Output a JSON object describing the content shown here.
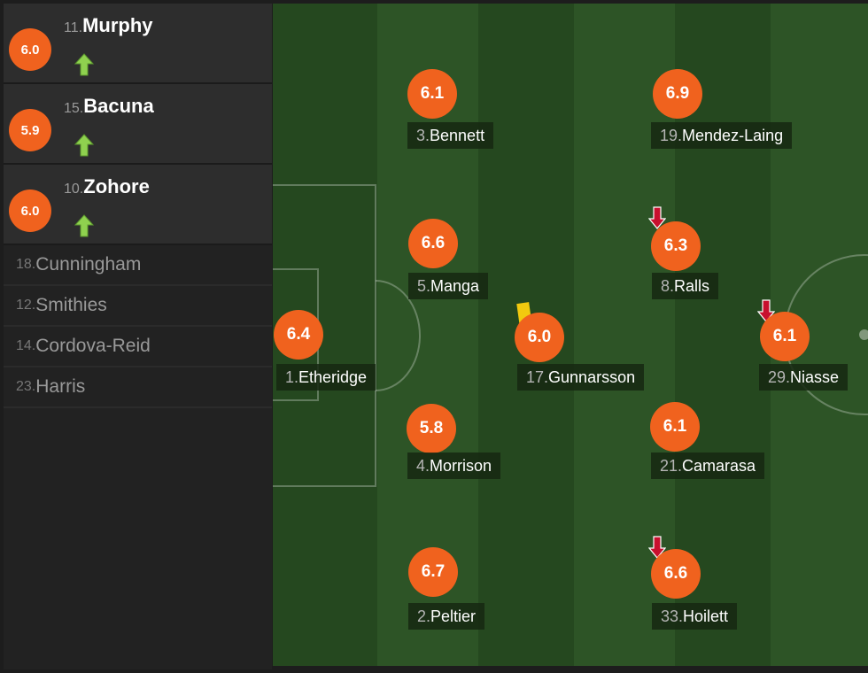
{
  "substitutes_on": [
    {
      "num": "11.",
      "name": "Murphy",
      "rating": "6.0",
      "arrow_icon": "sub-on-arrow-icon"
    },
    {
      "num": "15.",
      "name": "Bacuna",
      "rating": "5.9",
      "arrow_icon": "sub-on-arrow-icon"
    },
    {
      "num": "10.",
      "name": "Zohore",
      "rating": "6.0",
      "arrow_icon": "sub-on-arrow-icon"
    }
  ],
  "bench": [
    {
      "num": "18.",
      "name": "Cunningham"
    },
    {
      "num": "12.",
      "name": "Smithies"
    },
    {
      "num": "14.",
      "name": "Cordova-Reid"
    },
    {
      "num": "23.",
      "name": "Harris"
    }
  ],
  "players": [
    {
      "id": "etheridge",
      "num": "1. ",
      "name": "Etheridge",
      "rating": "6.4"
    },
    {
      "id": "bennett",
      "num": "3. ",
      "name": "Bennett",
      "rating": "6.1"
    },
    {
      "id": "manga",
      "num": "5. ",
      "name": "Manga",
      "rating": "6.6"
    },
    {
      "id": "morrison",
      "num": "4. ",
      "name": "Morrison",
      "rating": "5.8"
    },
    {
      "id": "peltier",
      "num": "2. ",
      "name": "Peltier",
      "rating": "6.7"
    },
    {
      "id": "gunnarsson",
      "num": "17.",
      "name": "Gunnarsson",
      "rating": "6.0",
      "yellow_card": true
    },
    {
      "id": "mendez-laing",
      "num": "19.",
      "name": "Mendez-Laing",
      "rating": "6.9"
    },
    {
      "id": "ralls",
      "num": "8. ",
      "name": "Ralls",
      "rating": "6.3",
      "subbed_off": true
    },
    {
      "id": "camarasa",
      "num": "21.",
      "name": "Camarasa",
      "rating": "6.1"
    },
    {
      "id": "hoilett",
      "num": "33.",
      "name": "Hoilett",
      "rating": "6.6",
      "subbed_off": true
    },
    {
      "id": "niasse",
      "num": "29.",
      "name": "Niasse",
      "rating": "6.1",
      "subbed_off": true
    }
  ],
  "colors": {
    "rating_badge": "#f0621e",
    "sub_on_arrow": "#8fd14f",
    "sub_off_arrow": "#c8102e",
    "yellow_card": "#f2c90f",
    "pitch_dark": "#25481f",
    "pitch_light": "#2d5426"
  }
}
